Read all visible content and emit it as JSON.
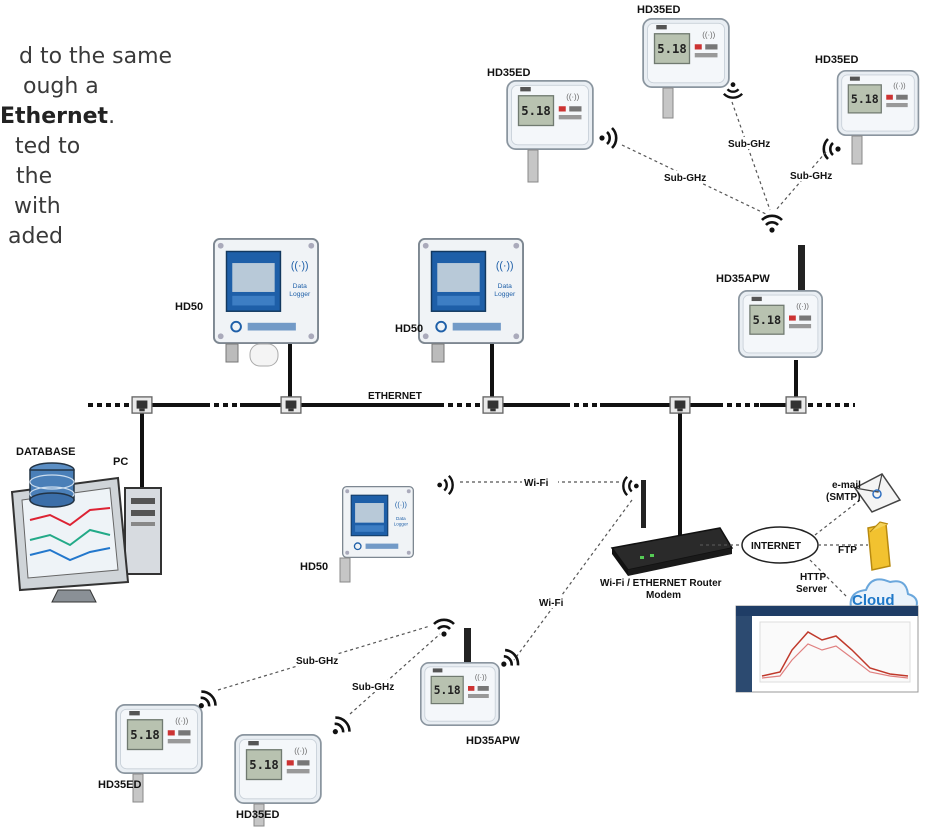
{
  "intro_text": {
    "line1": "d to the same",
    "line2": "ough a",
    "line3_bold": "Ethernet",
    "line3_tail": ".",
    "line4": "ted to",
    "line5": "the",
    "line6": " with",
    "line7": "aded"
  },
  "labels": {
    "database": "DATABASE",
    "pc": "PC",
    "ethernet": "ETHERNET",
    "hd50_a": "HD50",
    "hd50_b": "HD50",
    "hd50_c": "HD50",
    "hd35ed_top_left": "HD35ED",
    "hd35ed_top_center": "HD35ED",
    "hd35ed_top_right": "HD35ED",
    "hd35apw_top": "HD35APW",
    "hd35apw_bottom": "HD35APW",
    "hd35ed_bottom_left": "HD35ED",
    "hd35ed_bottom_right": "HD35ED",
    "subghz_1": "Sub-GHz",
    "subghz_2": "Sub-GHz",
    "subghz_3": "Sub-GHz",
    "subghz_4": "Sub-GHz",
    "subghz_5": "Sub-GHz",
    "wifi_1": "Wi-Fi",
    "wifi_2": "Wi-Fi",
    "router_line1": "Wi-Fi / ETHERNET Router",
    "router_line2": "Modem",
    "internet": "INTERNET",
    "email_line1": "e-mail",
    "email_line2": "(SMTP)",
    "ftp": "FTP",
    "http_line1": "HTTP",
    "http_line2": "Server",
    "cloud": "Cloud"
  },
  "colors": {
    "bus": "#111111",
    "dashed_link": "#555555",
    "device_body": "#e9eef3",
    "lcd": "#b8c2b0",
    "cloud_text": "#1e78c8",
    "folder": "#f2c230"
  }
}
